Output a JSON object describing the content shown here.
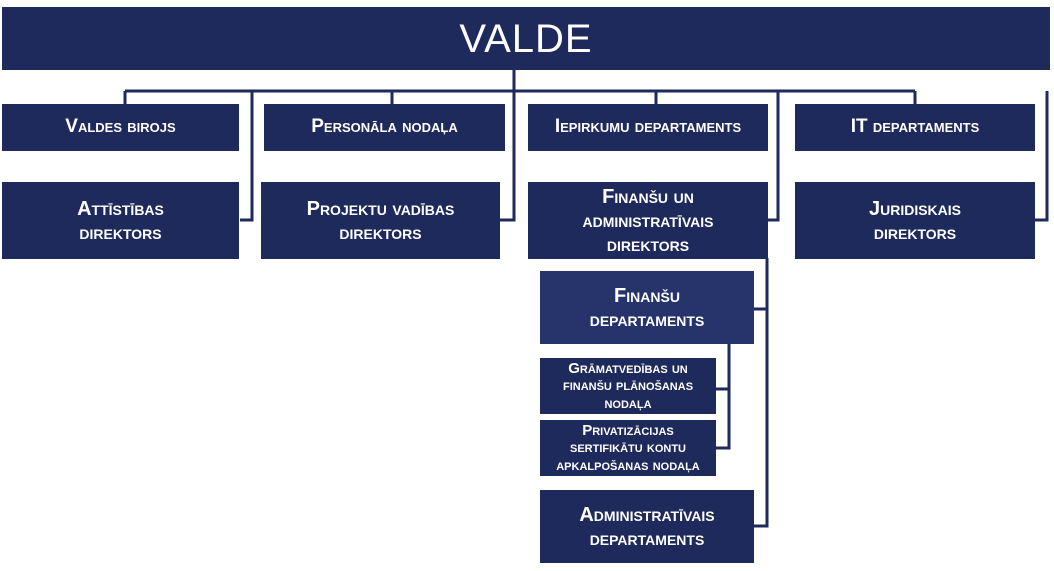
{
  "chart": {
    "root": "VALDE",
    "departments": [
      "Valdes birojs",
      "Personāla nodaļa",
      "Iepirkumu departaments",
      "IT departaments"
    ],
    "directors": [
      "Attīstības\ndirektors",
      "Projektu vadības\ndirektors",
      "Finanšu un\nadministratīvais\ndirektors",
      "Juridiskais\ndirektors"
    ],
    "finance_departments": [
      "Finanšu\ndepartaments",
      "Administratīvais\ndepartaments"
    ],
    "finance_units": [
      "Grāmatvedības un\nfinanšu plānošanas\nnodaļa",
      "Privatizācijas\nsertifikātu kontu\napkalpošanas nodaļa"
    ]
  },
  "colors": {
    "box": "#1f2a5c",
    "box_light": "#26346b",
    "line": "#1f2a5c",
    "text": "#ffffff"
  }
}
